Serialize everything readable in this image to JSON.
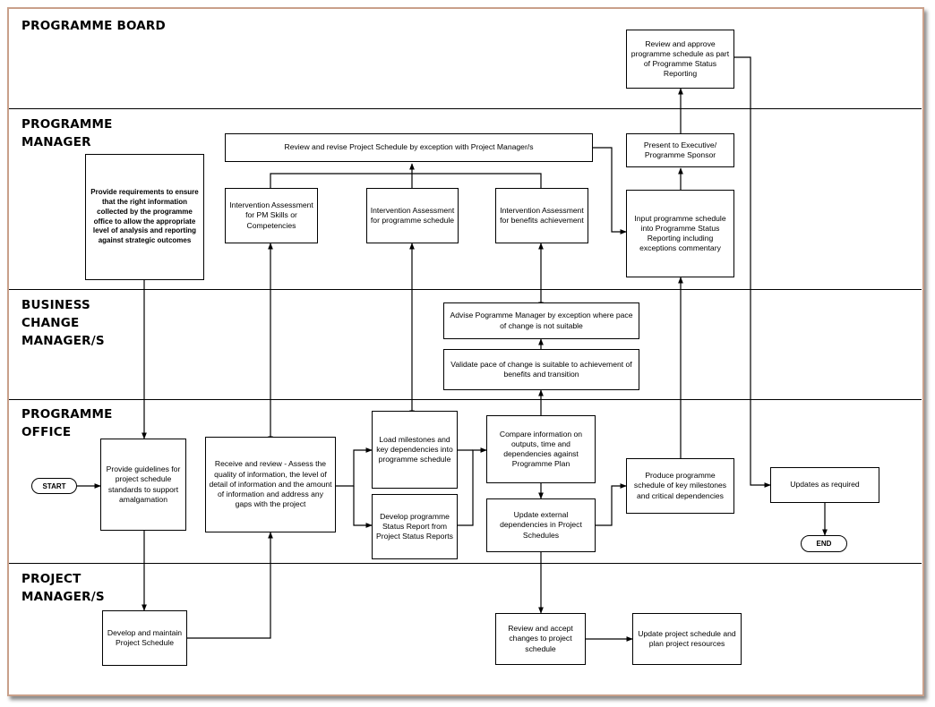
{
  "lanes": {
    "board": "PROGRAMME BOARD",
    "manager_1": "PROGRAMME",
    "manager_2": "MANAGER",
    "bcm_1": "BUSINESS",
    "bcm_2": "CHANGE",
    "bcm_3": "MANAGER/S",
    "office_1": "PROGRAMME",
    "office_2": "OFFICE",
    "pm_1": "PROJECT",
    "pm_2": "MANAGER/S"
  },
  "boxes": {
    "review_approve": "Review and approve programme schedule as part of Programme Status Reporting",
    "review_revise": "Review and revise Project Schedule by exception with Project Manager/s",
    "present_exec": "Present to Executive/ Programme Sponsor",
    "provide_requirements": "Provide requirements to ensure that the right information collected by the programme office to allow the appropriate level of analysis and reporting against strategic outcomes",
    "intervention_pm": "Intervention Assessment for PM Skills or Competencies",
    "intervention_schedule": "Intervention Assessment for programme schedule",
    "intervention_benefits": "Intervention Assessment for benefits achievement",
    "input_schedule": "Input programme schedule into Programme Status Reporting including exceptions commentary",
    "advise_manager": "Advise Pogramme Manager by exception where pace of change is not suitable",
    "validate_pace": "Validate pace of change is suitable to achievement of benefits and transition",
    "provide_guidelines": "Provide guidelines for project schedule standards to support amalgamation",
    "receive_review": "Receive and review - Assess the quality of information, the level of detail of information and the amount of information and address any gaps with the project",
    "load_milestones": "Load milestones and key dependencies into programme schedule",
    "develop_status": "Develop programme Status Report from Project Status Reports",
    "compare_info": "Compare information on outputs, time and dependencies against Programme Plan",
    "update_external": "Update external dependencies in Project Schedules",
    "produce_schedule": "Produce programme schedule of key milestones and critical dependencies",
    "updates_required": "Updates as required",
    "develop_maintain": "Develop and maintain Project Schedule",
    "review_accept": "Review and accept changes to project schedule",
    "update_project": "Update project schedule and plan project resources"
  },
  "terminals": {
    "start": "START",
    "end": "END"
  },
  "colors": {
    "frame_border": "#c9a08a",
    "line": "#000000",
    "background": "#ffffff"
  }
}
